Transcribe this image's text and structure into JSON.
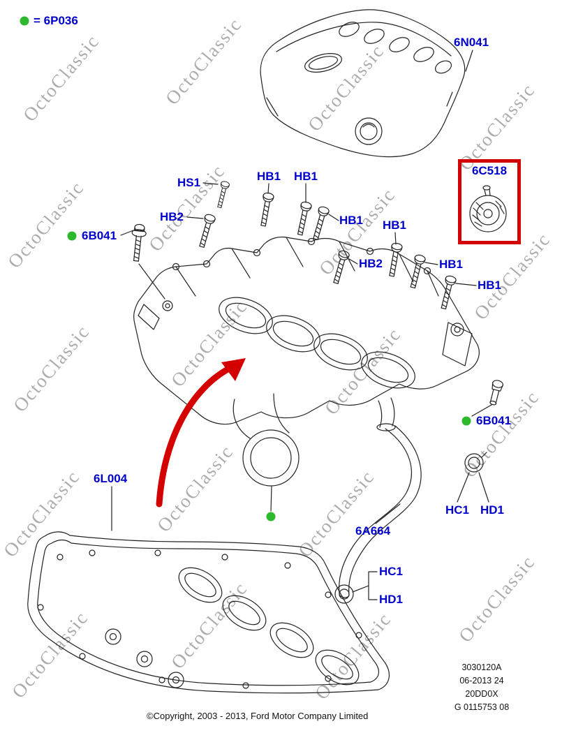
{
  "watermark": {
    "text": "OctoClassic"
  },
  "legend": {
    "marker_equals": "= 6P036"
  },
  "callouts": {
    "engine_cover": "6N041",
    "screw_hs1": "HS1",
    "bolt_hb1": "HB1",
    "bolt_hb2": "HB2",
    "stud_6b041": "6B041",
    "valve_6c518": "6C518",
    "gasket_6l004": "6L004",
    "hose_6a664": "6A664",
    "clamp_hc1": "HC1",
    "clamp_hd1": "HD1"
  },
  "plate": {
    "line1": "3030120A",
    "line2": "06-2013 24",
    "line3": "20DD0X",
    "line4": "G 0115753 08"
  },
  "copyright": "©Copyright, 2003 - 2013, Ford Motor Company Limited",
  "colors": {
    "label_blue": "#0000cc",
    "marker_green": "#2eb82e",
    "highlight_red": "#d40000",
    "watermark_gray": "#5f5f5f",
    "line_color": "#222222"
  }
}
